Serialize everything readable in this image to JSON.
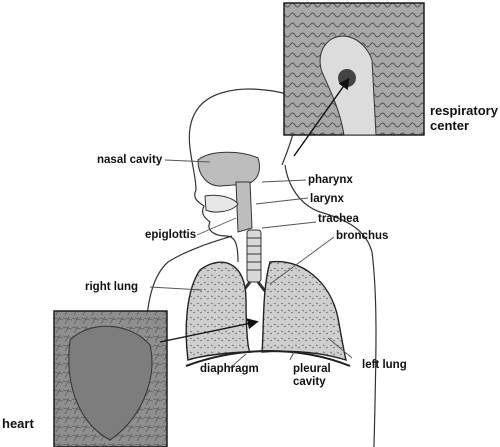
{
  "labels": {
    "respiratory_center": "respiratory\ncenter",
    "nasal_cavity": "nasal cavity",
    "pharynx": "pharynx",
    "larynx": "larynx",
    "epiglottis": "epiglottis",
    "trachea": "trachea",
    "bronchus": "bronchus",
    "right_lung": "right lung",
    "diaphragm": "diaphragm",
    "pleural_cavity": "pleural\ncavity",
    "left_lung": "left lung",
    "heart": "heart"
  },
  "colors": {
    "ink": "#111111",
    "lung_fill": "#c9c9c9",
    "head_fill": "#bdbdbd",
    "inset_fill": "#9a9a9a"
  }
}
